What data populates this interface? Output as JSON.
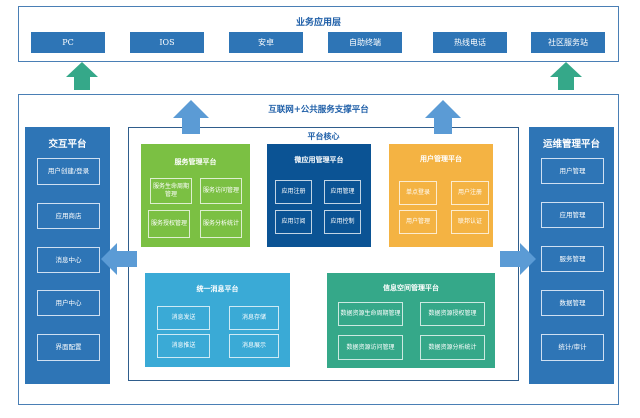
{
  "business_layer": {
    "title": "业务应用层",
    "clients": [
      "PC",
      "IOS",
      "安卓",
      "自助终端",
      "热线电话",
      "社区服务站"
    ]
  },
  "support_platform": {
    "title": "互联网+公共服务支撑平台"
  },
  "interaction_platform": {
    "title": "交互平台",
    "items": [
      "用户创建/登录",
      "应用商店",
      "消息中心",
      "用户中心",
      "界面配置"
    ]
  },
  "ops_platform": {
    "title": "运维管理平台",
    "items": [
      "用户管理",
      "应用管理",
      "服务管理",
      "数据管理",
      "统计/审计"
    ]
  },
  "core": {
    "title": "平台核心",
    "service_mgmt": {
      "title": "服务管理平台",
      "items": [
        "服务生命周期管理",
        "服务访问管理",
        "服务授权管理",
        "服务分析统计"
      ]
    },
    "microapp_mgmt": {
      "title": "微应用管理平台",
      "items": [
        "应用注册",
        "应用管理",
        "应用订阅",
        "应用控制"
      ]
    },
    "user_mgmt": {
      "title": "用户管理平台",
      "items": [
        "单点登录",
        "用户注册",
        "用户管理",
        "联邦认证"
      ]
    },
    "message_platform": {
      "title": "统一消息平台",
      "items": [
        "消息发送",
        "消息存储",
        "消息推送",
        "消息展示"
      ]
    },
    "info_space": {
      "title": "信息空间管理平台",
      "items": [
        "数据资源生命周期管理",
        "数据资源授权管理",
        "数据资源访问管理",
        "数据资源分析统计"
      ]
    }
  },
  "colors": {
    "primary_blue": "#2e75b6",
    "navy": "#0b5394",
    "green": "#7bc043",
    "orange": "#f4b343",
    "cyan": "#3aaad6",
    "teal": "#35a889",
    "arrow_green": "#35a889",
    "arrow_blue": "#5b9bd5"
  }
}
